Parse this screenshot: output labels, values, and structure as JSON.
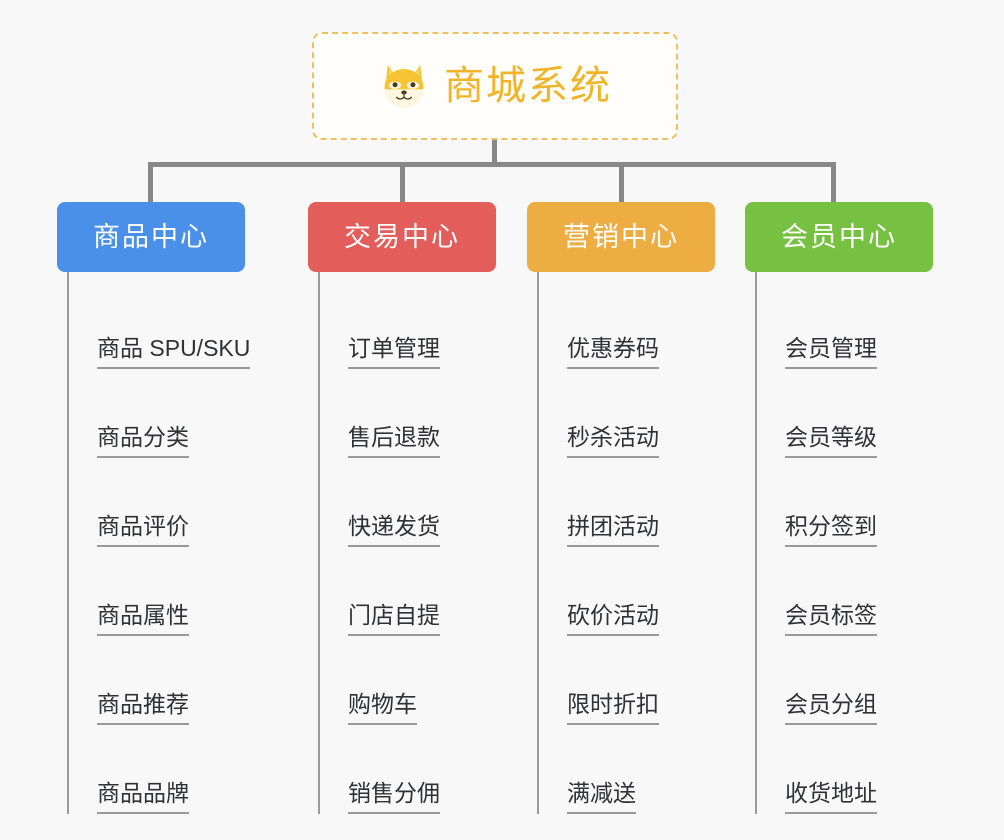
{
  "background_color": "#f8f8f8",
  "root": {
    "title": "商城系统",
    "icon": "shiba-dog-icon",
    "border_color": "#f0c060",
    "text_color": "#f0b429"
  },
  "connector_color": "#888888",
  "leaf_line_color": "#9a9a9a",
  "leaf_text_color": "#303133",
  "categories": [
    {
      "label": "商品中心",
      "color": "#4a90e8",
      "items": [
        "商品 SPU/SKU",
        "商品分类",
        "商品评价",
        "商品属性",
        "商品推荐",
        "商品品牌"
      ]
    },
    {
      "label": "交易中心",
      "color": "#e35d5b",
      "items": [
        "订单管理",
        "售后退款",
        "快递发货",
        "门店自提",
        "购物车",
        "销售分佣"
      ]
    },
    {
      "label": "营销中心",
      "color": "#eead42",
      "items": [
        "优惠券码",
        "秒杀活动",
        "拼团活动",
        "砍价活动",
        "限时折扣",
        "满减送"
      ]
    },
    {
      "label": "会员中心",
      "color": "#76c042",
      "items": [
        "会员管理",
        "会员等级",
        "积分签到",
        "会员标签",
        "会员分组",
        "收货地址"
      ]
    }
  ]
}
